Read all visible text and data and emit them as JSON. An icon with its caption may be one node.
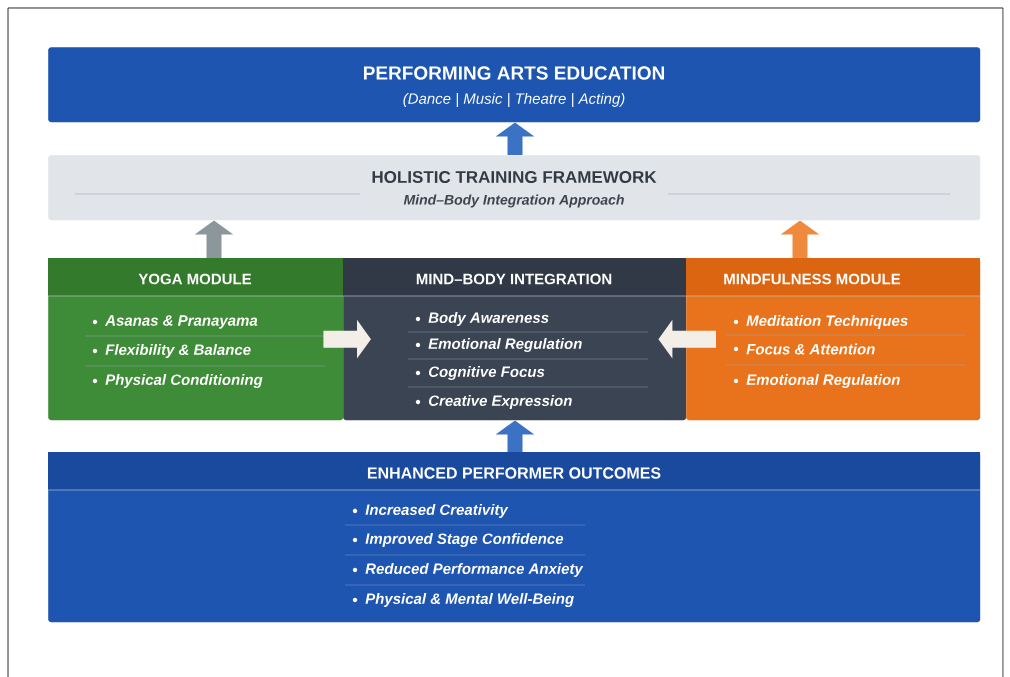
{
  "diagram": {
    "nodes": [
      {
        "text": [
          "PERFORMING ARTS EDUCATION",
          "(Dance | Music | Theatre | Acting)"
        ]
      },
      {
        "text": [
          "HOLISTIC TRAINING FRAMEWORK",
          "Mind–Body Integration Approach"
        ]
      },
      {
        "text": [
          "YOGA MODULE",
          "Asanas & Pranayama",
          "Flexibility & Balance",
          "Physical Conditioning"
        ]
      },
      {
        "text": [
          "MIND–BODY INTEGRATION",
          "Body Awareness",
          "Emotional Regulation",
          "Cognitive Focus",
          "Creative Expression"
        ]
      },
      {
        "text": [
          "MINDFULNESS MODULE",
          "Meditation Techniques",
          "Focus & Attention",
          "Emotional Regulation"
        ]
      },
      {
        "text": [
          "ENHANCED PERFORMER OUTCOMES",
          "Increased Creativity",
          "Improved Stage Confidence",
          "Reduced Performance Anxiety",
          "Physical & Mental Well-Being"
        ]
      }
    ],
    "edges": [
      {
        "from": 1,
        "to": 0,
        "arrow": "to",
        "color": "#3c72c4"
      },
      {
        "from": 2,
        "to": 1,
        "arrow": "to",
        "color": "#8c979c"
      },
      {
        "from": 4,
        "to": 1,
        "arrow": "to",
        "color": "#ef8a3c"
      },
      {
        "from": 2,
        "to": 3,
        "arrow": "to",
        "color": "#f3efe8"
      },
      {
        "from": 4,
        "to": 3,
        "arrow": "to",
        "color": "#f3efe8"
      },
      {
        "from": 5,
        "to": 3,
        "arrow": "to",
        "color": "#3c72c4"
      }
    ]
  }
}
